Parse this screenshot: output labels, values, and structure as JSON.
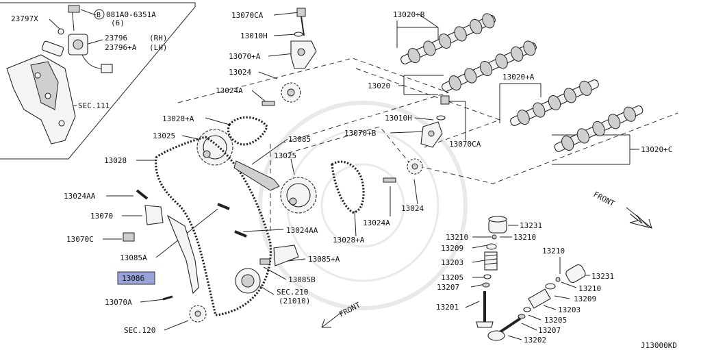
{
  "diagram_ref": "J13000KD",
  "front_labels": [
    "FRONT",
    "FRONT"
  ],
  "highlight_label": "13086",
  "callouts": {
    "c23797x": "23797X",
    "c081a0": "081A0-6351A",
    "c081a0_qty": "(6)",
    "c081a0_circle": "B",
    "c23796": "23796",
    "c23796_rh": "(RH)",
    "c23796a": "23796+A",
    "c23796a_lh": "(LH)",
    "csec111": "SEC.111",
    "c13070ca_top": "13070CA",
    "c13010h_top": "13010H",
    "c13070a": "13070+A",
    "c13024": "13024",
    "c13024a_top": "13024A",
    "c13028a_top": "13028+A",
    "c13025_left": "13025",
    "c13085": "13085",
    "c13028": "13028",
    "c13025_mid": "13025",
    "c13024aa_left": "13024AA",
    "c13070": "13070",
    "c13070c": "13070C",
    "c13085a": "13085A",
    "c13086": "13086",
    "c13070a_bottom": "13070A",
    "csec120": "SEC.120",
    "c13020b": "13020+B",
    "c13020": "13020",
    "c13010h_mid": "13010H",
    "c13070b": "13070+B",
    "c13070ca_mid": "13070CA",
    "c13020a": "13020+A",
    "c13020c": "13020+C",
    "c13024_mid": "13024",
    "c13024a_mid": "13024A",
    "c13028a_mid": "13028+A",
    "c13024aa_mid": "13024AA",
    "c13085b_top": "13085+A",
    "c13085b": "13085B",
    "csec210": "SEC.210",
    "csec210_sub": "(21010)",
    "c13231_top": "13231",
    "c13210_a": "13210",
    "c13210_b": "13210",
    "c13209_left": "13209",
    "c13203_left": "13203",
    "c13205_left": "13205",
    "c13207_left": "13207",
    "c13201": "13201",
    "c13210_right_top": "13210",
    "c13231_right": "13231",
    "c13210_right": "13210",
    "c13209_right": "13209",
    "c13203_right": "13203",
    "c13205_right": "13205",
    "c13207_right": "13207",
    "c13202": "13202"
  }
}
